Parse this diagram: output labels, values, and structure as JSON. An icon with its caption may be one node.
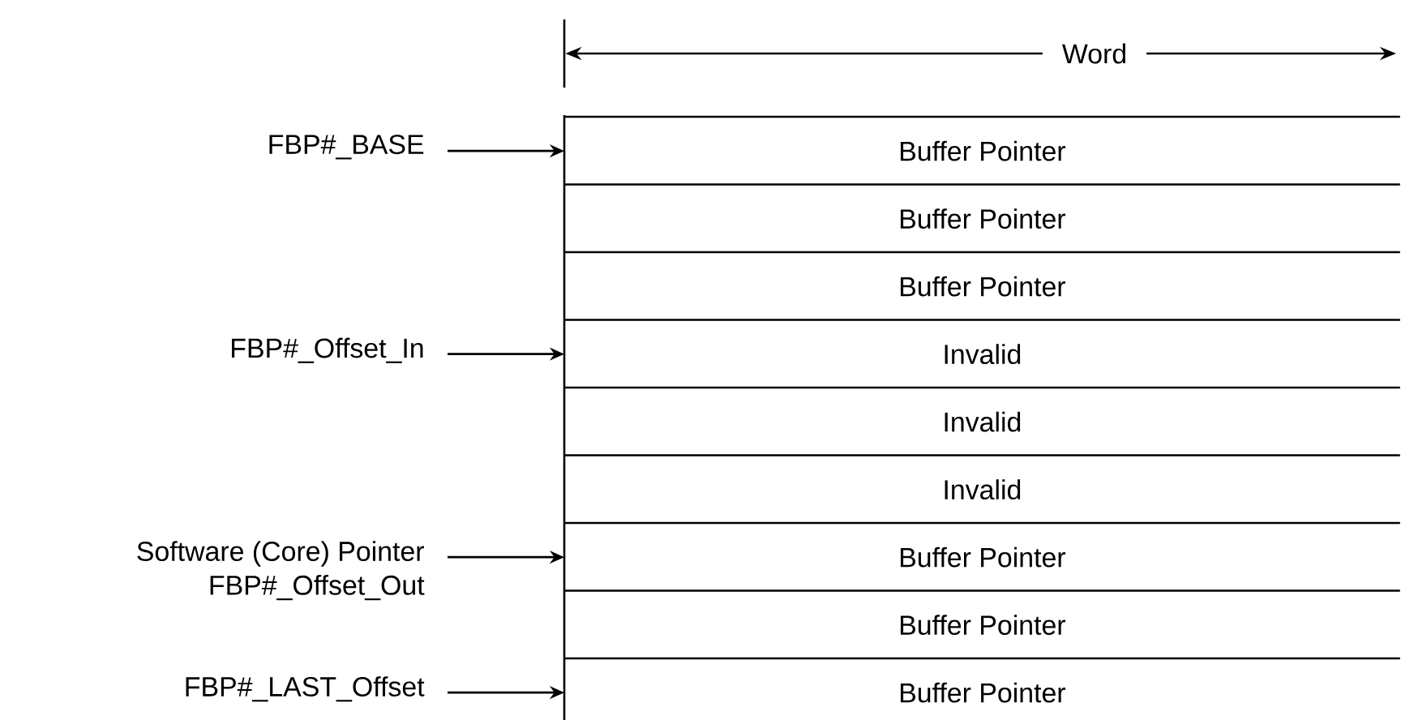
{
  "diagram": {
    "nodes": [
      {
        "text": [
          "Buffer Pointer"
        ]
      },
      {
        "text": [
          "Buffer Pointer"
        ]
      },
      {
        "text": [
          "Buffer Pointer"
        ]
      },
      {
        "text": [
          "Invalid"
        ]
      },
      {
        "text": [
          "Invalid"
        ]
      },
      {
        "text": [
          "Invalid"
        ]
      },
      {
        "text": [
          "Buffer Pointer"
        ]
      },
      {
        "text": [
          "Buffer Pointer"
        ]
      },
      {
        "text": [
          "Buffer Pointer"
        ]
      },
      {
        "text": [
          "FBP#_BASE"
        ]
      },
      {
        "text": [
          "FBP#_Offset_In"
        ]
      },
      {
        "text": [
          "Software (Core) Pointer",
          "FBP#_Offset_Out"
        ]
      },
      {
        "text": [
          "FBP#_LAST_Offset"
        ]
      }
    ],
    "edges": [
      {
        "from": 9,
        "to": 0,
        "arrow": "to"
      },
      {
        "from": 10,
        "to": 3,
        "arrow": "to"
      },
      {
        "from": 11,
        "to": 6,
        "arrow": "to"
      },
      {
        "from": 12,
        "to": 8,
        "arrow": "to"
      }
    ],
    "labels": [
      "Word"
    ]
  }
}
